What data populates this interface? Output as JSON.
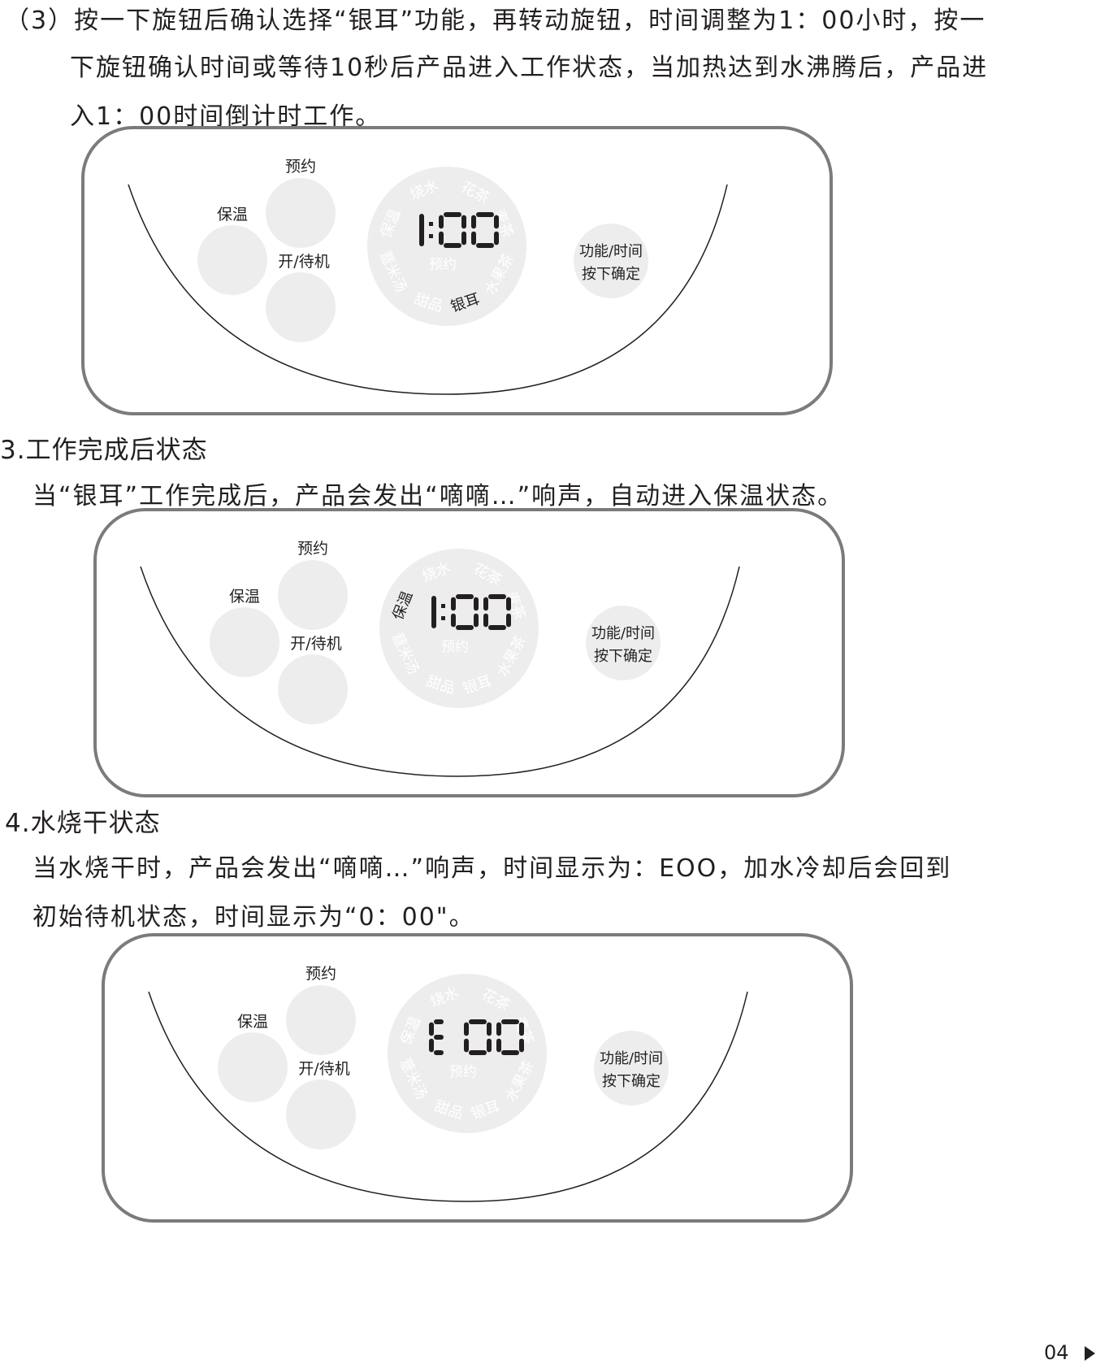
{
  "text": {
    "step3_line1": "（3）按一下旋钮后确认选择“银耳”功能，再转动旋钮，时间调整为1：00小时，按一",
    "step3_line2": "下旋钮确认时间或等待10秒后产品进入工作状态，当加热达到水沸腾后，产品进",
    "step3_line3": "入1：00时间倒计时工作。",
    "section3_title": "3.工作完成后状态",
    "section3_body": "当“银耳”工作完成后，产品会发出“嘀嘀…”响声，自动进入保温状态。",
    "section4_title": "4.水烧干状态",
    "section4_line1": "当水烧干时，产品会发出“嘀嘀…”响声，时间显示为：EOO，加水冷却后会回到",
    "section4_line2": "初始待机状态，时间显示为“0：00\"。",
    "page_number": "04"
  },
  "panel_labels": {
    "reserve": "预约",
    "keep_warm": "保温",
    "power_standby": "开/待机",
    "knob_line1": "功能/时间",
    "knob_line2": "按下确定",
    "center_reserve": "预约"
  },
  "menu": {
    "boil_water": "烧水",
    "flower_tea": "花茶",
    "barley_tea": "麦茶",
    "fruit_tea": "水果茶",
    "silver_ear": "银耳",
    "dessert": "甜品",
    "coix_soup": "薏米汤",
    "keep_warm": "保温"
  },
  "panels": [
    {
      "display": "1:00",
      "highlight": "silver_ear"
    },
    {
      "display": "1:00",
      "highlight": "keep_warm"
    },
    {
      "display": "E 00",
      "highlight": "none"
    }
  ],
  "colors": {
    "frame": "#7b7b7b",
    "button_fill": "#ededed",
    "inactive_text": "#ffffff",
    "active_text": "#231f20"
  }
}
